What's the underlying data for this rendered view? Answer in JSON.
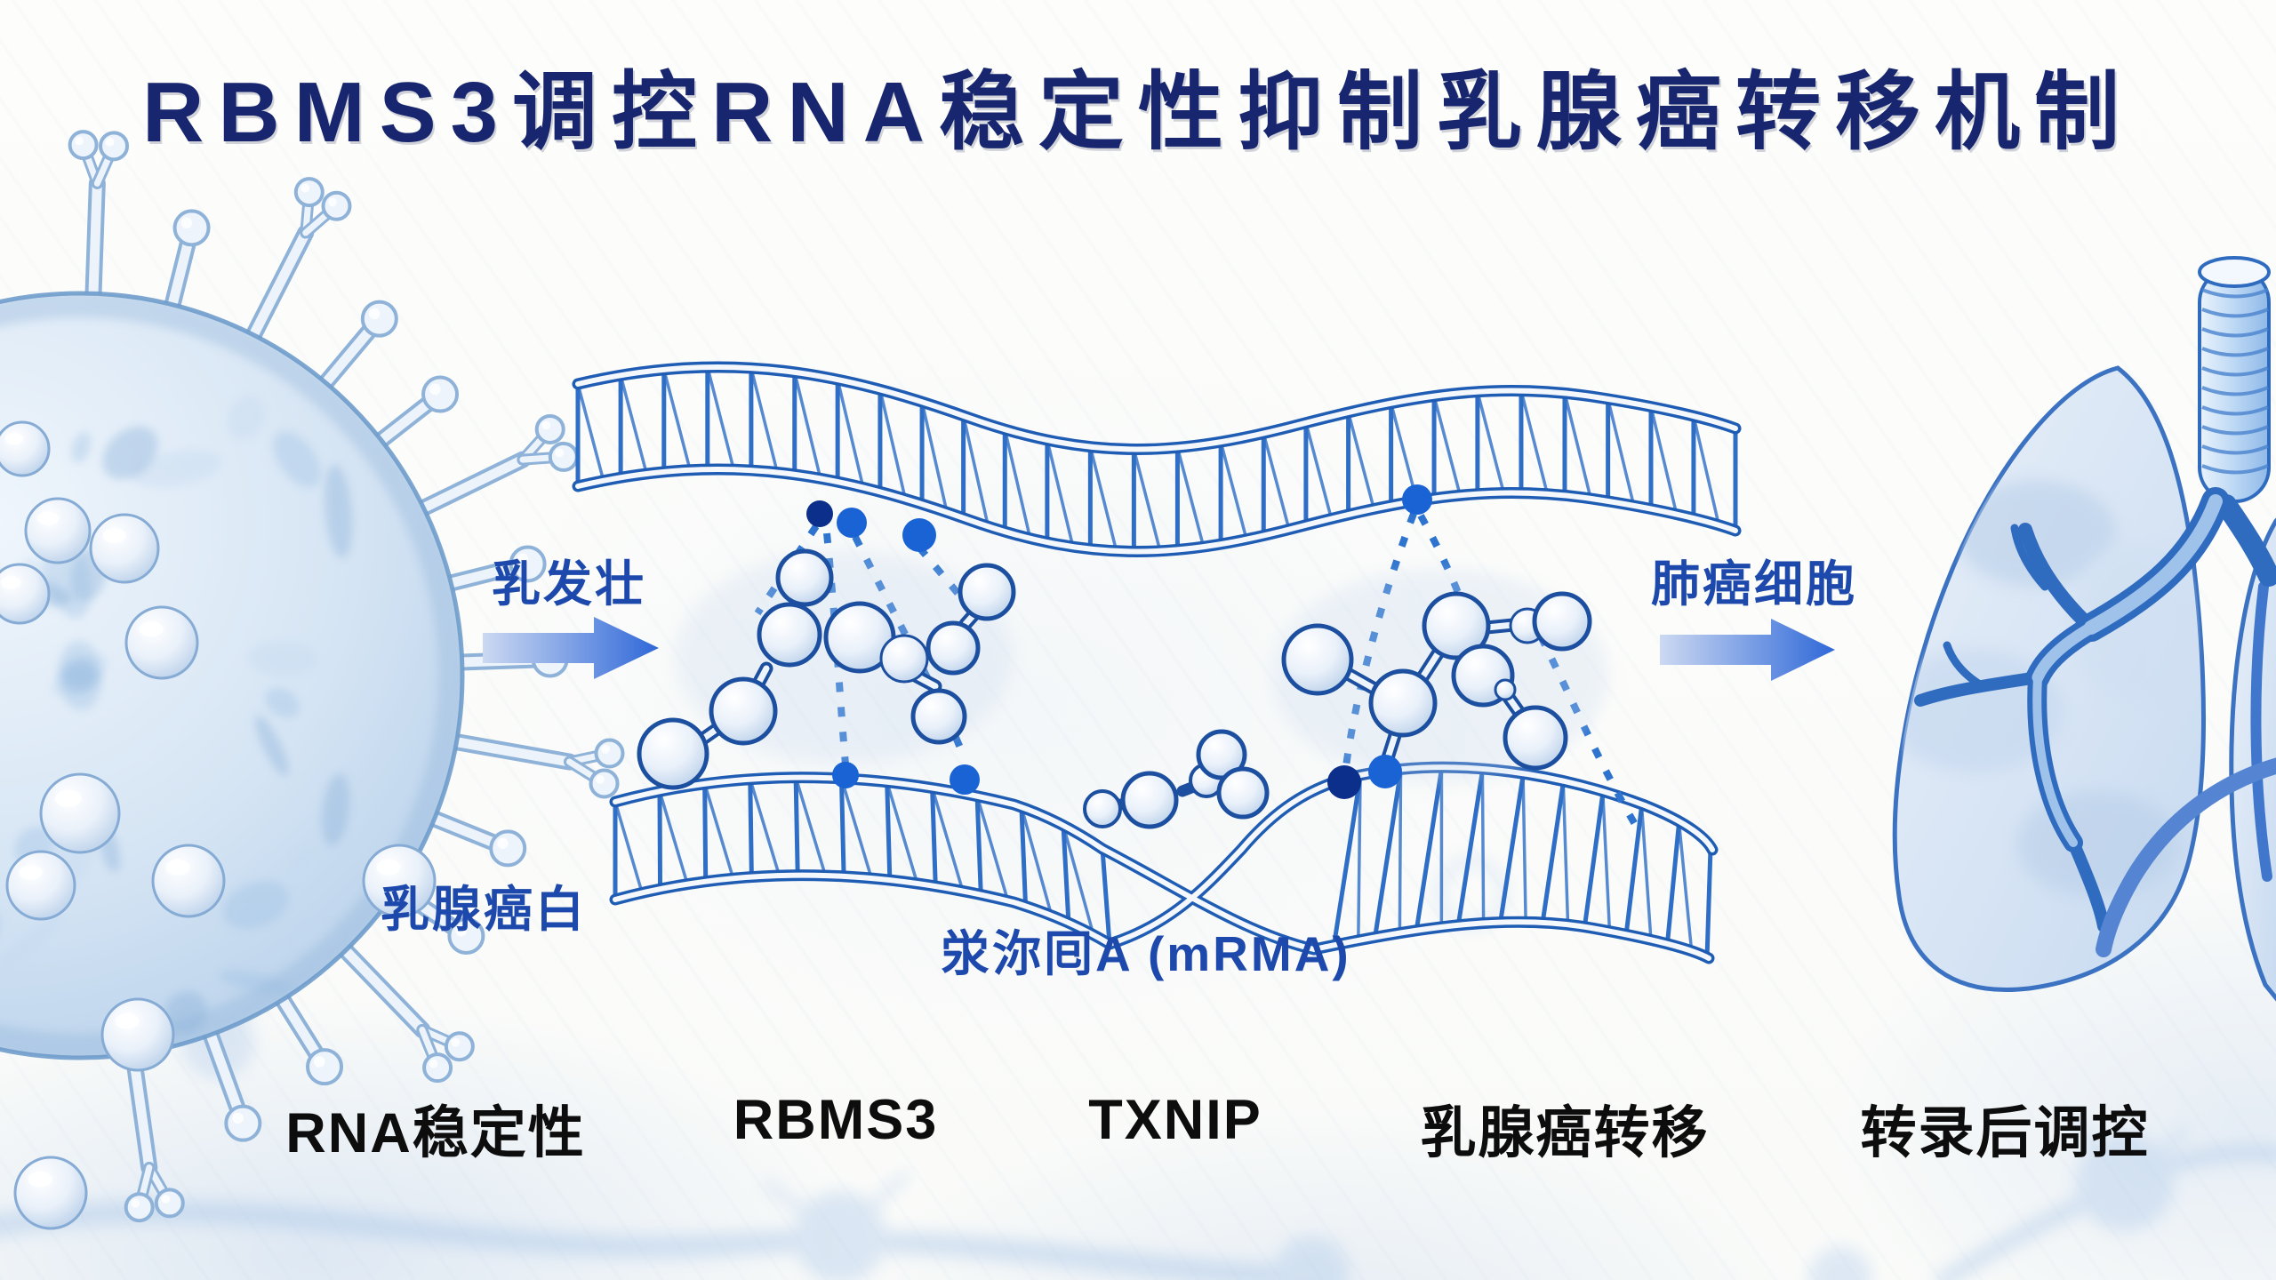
{
  "title": "RBMS3调控RNA稳定性抑制乳腺癌转移机制",
  "annotations": {
    "breast_label": "乳发壮",
    "lung_label": "肺癌细胞",
    "protein_label": "乳腺癌白",
    "mrna_label": "泶沵囘A (mRMA)"
  },
  "keywords": [
    "RNA稳定性",
    "RBMS3",
    "TXNIP",
    "乳腺癌转移",
    "转录后调控"
  ],
  "illustrations": [
    {
      "icon": "cancer-cell-illustration"
    },
    {
      "icon": "mrna-strand-illustration"
    },
    {
      "icon": "molecule-cluster-illustration"
    },
    {
      "icon": "binding-dot-icon"
    },
    {
      "icon": "flow-arrow-icon"
    },
    {
      "icon": "lung-illustration"
    }
  ],
  "colors": {
    "title_navy": "#17266e",
    "label_blue": "#1e49ac",
    "keyword_black": "#0d0d0d",
    "strand_blue": "#2e6ec6",
    "dot_dark": "#0b2f8a",
    "dot_bright": "#1a63d4",
    "arrow_light": "#c7d6f2",
    "arrow_deep": "#2f68d8"
  }
}
